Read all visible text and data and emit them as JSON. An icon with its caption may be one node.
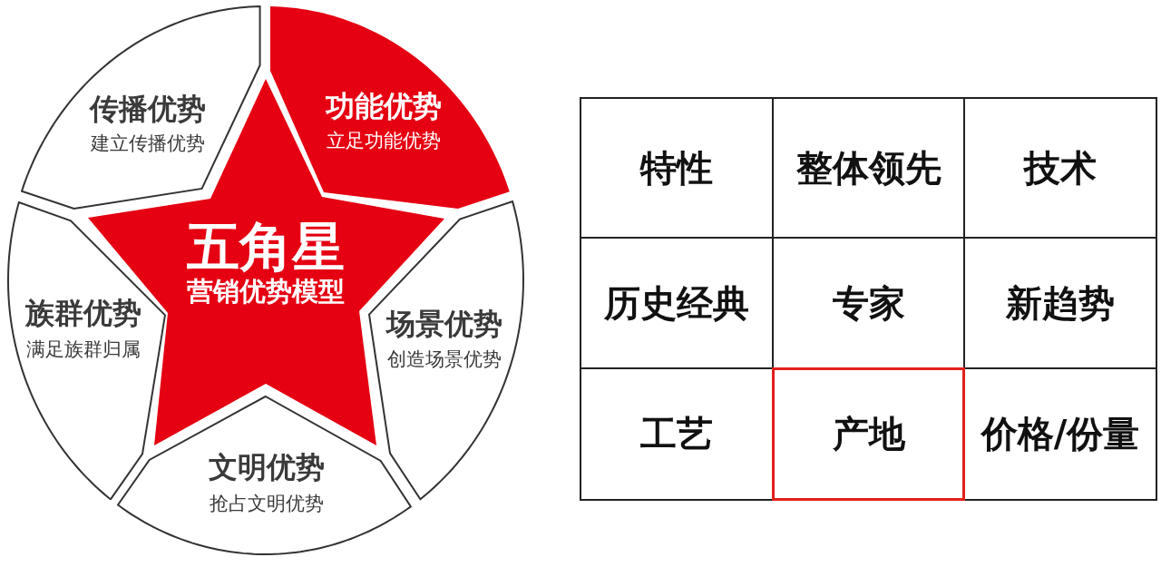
{
  "diagram": {
    "nodes": [
      {
        "text": [
          "传播优势",
          "建立传播优势"
        ]
      },
      {
        "text": [
          "功能优势",
          "立足功能优势"
        ]
      },
      {
        "text": [
          "五角星",
          "营销优势模型"
        ]
      },
      {
        "text": [
          "族群优势",
          "满足族群归属"
        ]
      },
      {
        "text": [
          "场景优势",
          "创造场景优势"
        ]
      },
      {
        "text": [
          "文明优势",
          "抢占文明优势"
        ]
      }
    ],
    "labels": [
      "特性",
      "整体领先",
      "技术",
      "历史经典",
      "专家",
      "新趋势",
      "工艺",
      "产地",
      "价格/份量"
    ]
  }
}
